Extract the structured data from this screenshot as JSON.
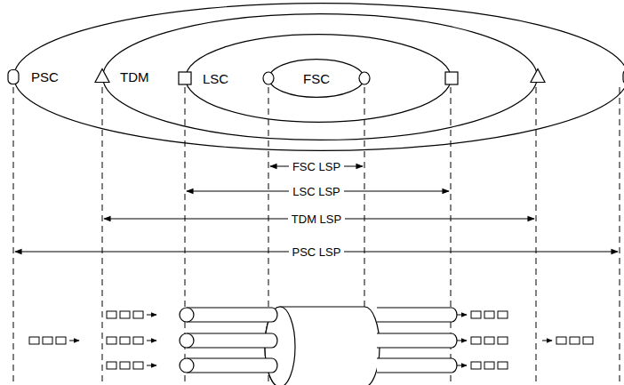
{
  "diagram": {
    "nodes": [
      {
        "text": [
          "PSC"
        ]
      },
      {
        "text": [
          "TDM"
        ],
        "in": 0
      },
      {
        "text": [
          "LSC"
        ],
        "in": 1
      },
      {
        "text": [
          "FSC"
        ],
        "in": 2
      }
    ],
    "labels": [
      "FSC LSP",
      "LSC LSP",
      "TDM LSP",
      "PSC LSP"
    ]
  }
}
